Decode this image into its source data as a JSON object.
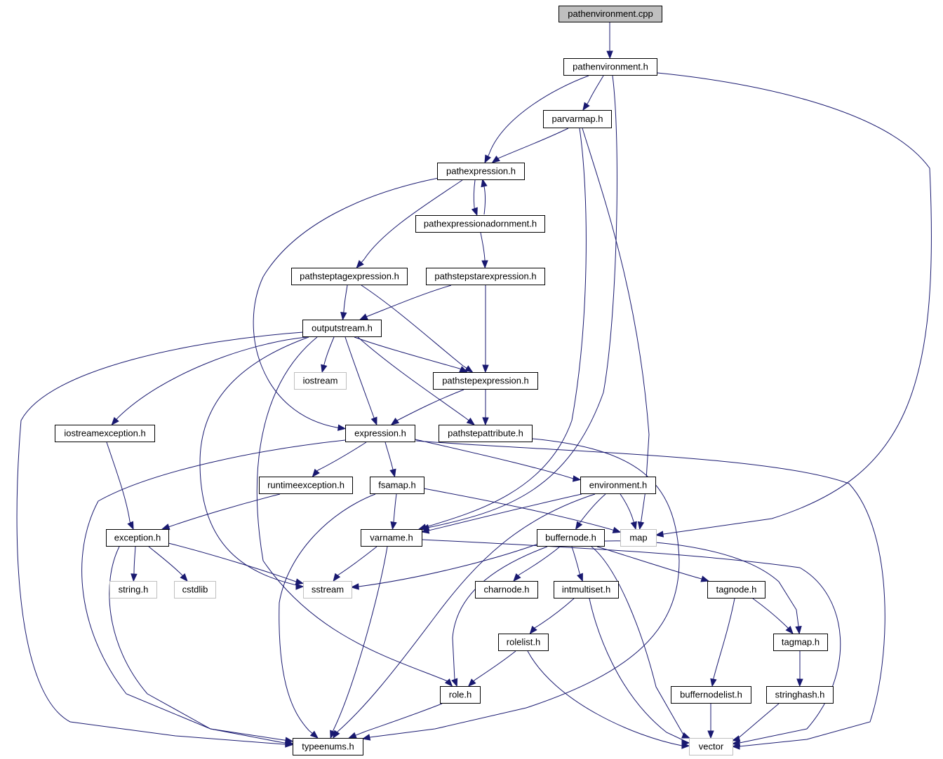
{
  "graph": {
    "nodes": [
      {
        "id": "pathenvironment_cpp",
        "label": "pathenvironment.cpp",
        "kind": "root"
      },
      {
        "id": "pathenvironment_h",
        "label": "pathenvironment.h",
        "kind": "file"
      },
      {
        "id": "parvarmap_h",
        "label": "parvarmap.h",
        "kind": "file"
      },
      {
        "id": "pathexpression_h",
        "label": "pathexpression.h",
        "kind": "file"
      },
      {
        "id": "pathexpressionadornment_h",
        "label": "pathexpressionadornment.h",
        "kind": "file"
      },
      {
        "id": "pathsteptagexpression_h",
        "label": "pathsteptagexpression.h",
        "kind": "file"
      },
      {
        "id": "pathstepstarexpression_h",
        "label": "pathstepstarexpression.h",
        "kind": "file"
      },
      {
        "id": "outputstream_h",
        "label": "outputstream.h",
        "kind": "file"
      },
      {
        "id": "iostream",
        "label": "iostream",
        "kind": "external"
      },
      {
        "id": "pathstepexpression_h",
        "label": "pathstepexpression.h",
        "kind": "file"
      },
      {
        "id": "iostreamexception_h",
        "label": "iostreamexception.h",
        "kind": "file"
      },
      {
        "id": "expression_h",
        "label": "expression.h",
        "kind": "file"
      },
      {
        "id": "pathstepattribute_h",
        "label": "pathstepattribute.h",
        "kind": "file"
      },
      {
        "id": "runtimeexception_h",
        "label": "runtimeexception.h",
        "kind": "file"
      },
      {
        "id": "fsamap_h",
        "label": "fsamap.h",
        "kind": "file"
      },
      {
        "id": "environment_h",
        "label": "environment.h",
        "kind": "file"
      },
      {
        "id": "exception_h",
        "label": "exception.h",
        "kind": "file"
      },
      {
        "id": "varname_h",
        "label": "varname.h",
        "kind": "file"
      },
      {
        "id": "buffernode_h",
        "label": "buffernode.h",
        "kind": "file"
      },
      {
        "id": "map",
        "label": "map",
        "kind": "external"
      },
      {
        "id": "string_h",
        "label": "string.h",
        "kind": "external"
      },
      {
        "id": "cstdlib",
        "label": "cstdlib",
        "kind": "external"
      },
      {
        "id": "sstream",
        "label": "sstream",
        "kind": "external"
      },
      {
        "id": "charnode_h",
        "label": "charnode.h",
        "kind": "file"
      },
      {
        "id": "intmultiset_h",
        "label": "intmultiset.h",
        "kind": "file"
      },
      {
        "id": "tagnode_h",
        "label": "tagnode.h",
        "kind": "file"
      },
      {
        "id": "rolelist_h",
        "label": "rolelist.h",
        "kind": "file"
      },
      {
        "id": "tagmap_h",
        "label": "tagmap.h",
        "kind": "file"
      },
      {
        "id": "role_h",
        "label": "role.h",
        "kind": "file"
      },
      {
        "id": "buffernodelist_h",
        "label": "buffernodelist.h",
        "kind": "file"
      },
      {
        "id": "stringhash_h",
        "label": "stringhash.h",
        "kind": "file"
      },
      {
        "id": "typeenums_h",
        "label": "typeenums.h",
        "kind": "file"
      },
      {
        "id": "vector",
        "label": "vector",
        "kind": "external"
      }
    ],
    "edges": [
      [
        "pathenvironment_cpp",
        "pathenvironment_h"
      ],
      [
        "pathenvironment_h",
        "parvarmap_h"
      ],
      [
        "pathenvironment_h",
        "pathexpression_h"
      ],
      [
        "pathenvironment_h",
        "varname_h"
      ],
      [
        "pathenvironment_h",
        "map"
      ],
      [
        "parvarmap_h",
        "pathexpression_h"
      ],
      [
        "parvarmap_h",
        "varname_h"
      ],
      [
        "parvarmap_h",
        "map"
      ],
      [
        "pathexpression_h",
        "pathexpressionadornment_h"
      ],
      [
        "pathexpressionadornment_h",
        "pathexpression_h"
      ],
      [
        "pathexpression_h",
        "pathsteptagexpression_h"
      ],
      [
        "pathexpression_h",
        "expression_h"
      ],
      [
        "pathexpressionadornment_h",
        "pathstepstarexpression_h"
      ],
      [
        "pathsteptagexpression_h",
        "outputstream_h"
      ],
      [
        "pathsteptagexpression_h",
        "pathstepexpression_h"
      ],
      [
        "pathstepstarexpression_h",
        "outputstream_h"
      ],
      [
        "pathstepstarexpression_h",
        "pathstepexpression_h"
      ],
      [
        "outputstream_h",
        "iostream"
      ],
      [
        "outputstream_h",
        "pathstepexpression_h"
      ],
      [
        "outputstream_h",
        "iostreamexception_h"
      ],
      [
        "outputstream_h",
        "expression_h"
      ],
      [
        "outputstream_h",
        "pathstepattribute_h"
      ],
      [
        "outputstream_h",
        "sstream"
      ],
      [
        "outputstream_h",
        "role_h"
      ],
      [
        "outputstream_h",
        "typeenums_h"
      ],
      [
        "pathstepexpression_h",
        "expression_h"
      ],
      [
        "pathstepexpression_h",
        "pathstepattribute_h"
      ],
      [
        "iostreamexception_h",
        "exception_h"
      ],
      [
        "expression_h",
        "runtimeexception_h"
      ],
      [
        "expression_h",
        "fsamap_h"
      ],
      [
        "expression_h",
        "environment_h"
      ],
      [
        "expression_h",
        "typeenums_h"
      ],
      [
        "expression_h",
        "vector"
      ],
      [
        "pathstepattribute_h",
        "typeenums_h"
      ],
      [
        "runtimeexception_h",
        "exception_h"
      ],
      [
        "fsamap_h",
        "varname_h"
      ],
      [
        "fsamap_h",
        "map"
      ],
      [
        "fsamap_h",
        "typeenums_h"
      ],
      [
        "environment_h",
        "varname_h"
      ],
      [
        "environment_h",
        "buffernode_h"
      ],
      [
        "environment_h",
        "map"
      ],
      [
        "environment_h",
        "typeenums_h"
      ],
      [
        "exception_h",
        "string_h"
      ],
      [
        "exception_h",
        "cstdlib"
      ],
      [
        "exception_h",
        "sstream"
      ],
      [
        "exception_h",
        "typeenums_h"
      ],
      [
        "varname_h",
        "sstream"
      ],
      [
        "varname_h",
        "typeenums_h"
      ],
      [
        "varname_h",
        "vector"
      ],
      [
        "buffernode_h",
        "sstream"
      ],
      [
        "buffernode_h",
        "charnode_h"
      ],
      [
        "buffernode_h",
        "intmultiset_h"
      ],
      [
        "buffernode_h",
        "tagnode_h"
      ],
      [
        "buffernode_h",
        "tagmap_h"
      ],
      [
        "buffernode_h",
        "role_h"
      ],
      [
        "buffernode_h",
        "vector"
      ],
      [
        "intmultiset_h",
        "rolelist_h"
      ],
      [
        "intmultiset_h",
        "vector"
      ],
      [
        "rolelist_h",
        "role_h"
      ],
      [
        "rolelist_h",
        "vector"
      ],
      [
        "tagnode_h",
        "tagmap_h"
      ],
      [
        "tagnode_h",
        "buffernodelist_h"
      ],
      [
        "tagmap_h",
        "stringhash_h"
      ],
      [
        "stringhash_h",
        "vector"
      ],
      [
        "buffernodelist_h",
        "vector"
      ],
      [
        "role_h",
        "typeenums_h"
      ]
    ]
  }
}
